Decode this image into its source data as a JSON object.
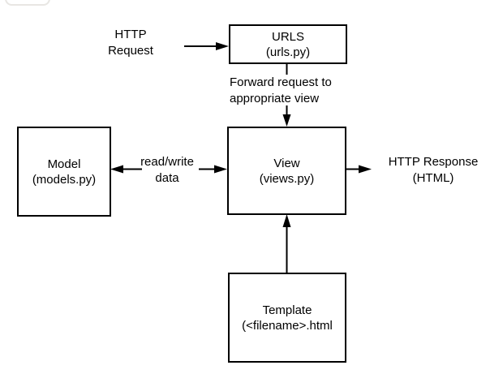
{
  "diagram": {
    "background": "#ffffff",
    "stroke_color": "#000000",
    "boxes": {
      "urls": {
        "line1": "URLS",
        "line2": "(urls.py)"
      },
      "view": {
        "line1": "View",
        "line2": "(views.py)"
      },
      "model": {
        "line1": "Model",
        "line2": "(models.py)"
      },
      "template": {
        "line1": "Template",
        "line2": "(<filename>.html"
      }
    },
    "labels": {
      "http_request": {
        "line1": "HTTP",
        "line2": "Request"
      },
      "forward_request": {
        "line1": "Forward request to",
        "line2": "appropriate view"
      },
      "read_write": {
        "line1": "read/write",
        "line2": "data"
      },
      "http_response": {
        "line1": "HTTP Response",
        "line2": "(HTML)"
      }
    }
  }
}
